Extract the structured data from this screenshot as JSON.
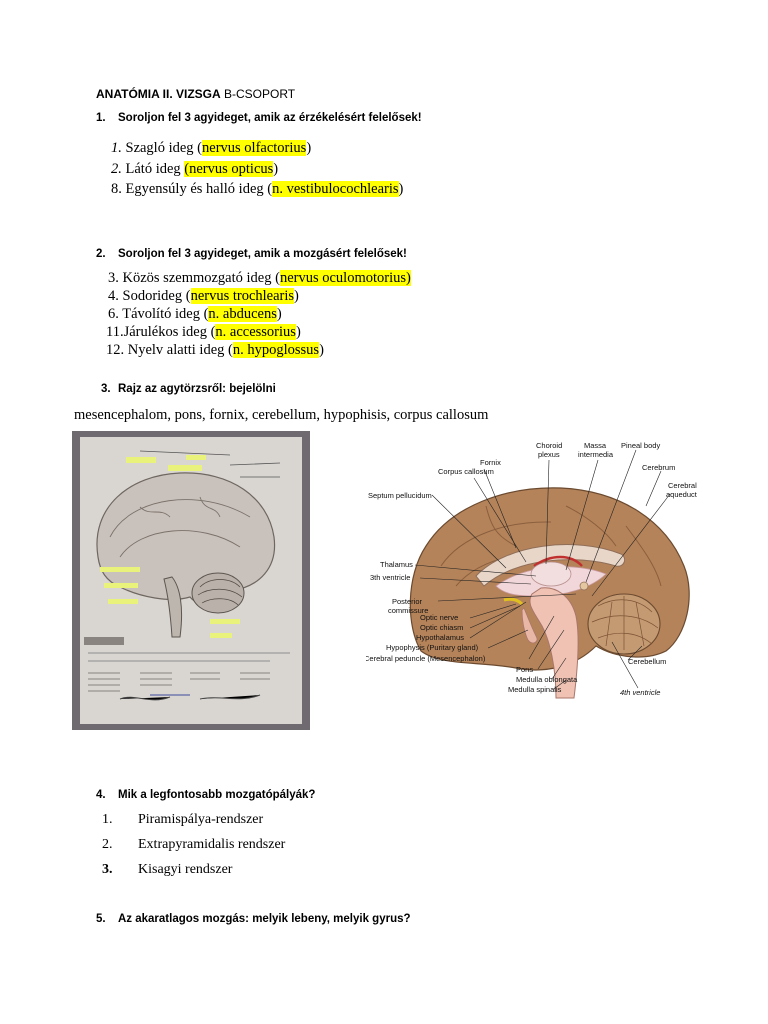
{
  "header": {
    "title_bold": "ANATÓMIA II. VIZSGA",
    "title_rest": " B-CSOPORT"
  },
  "q1": {
    "number": "1.",
    "text": "Soroljon fel 3 agyideget, amik az érzékelésért felelősek!",
    "items": [
      {
        "num": "1.",
        "pre": " Szagló ideg (",
        "hl": "nervus olfactorius",
        "post": ")"
      },
      {
        "num": "2.",
        "pre": " Látó ideg ",
        "hl": "(nervus opticus",
        "post": ")"
      },
      {
        "num": "8.",
        "pre": " Egyensúly és halló ideg (",
        "hl": "n. vestibulocochlearis",
        "post": ")"
      }
    ]
  },
  "q2": {
    "number": "2.",
    "text": "Soroljon fel 3 agyideget, amik a mozgásért felelősek!",
    "items": [
      {
        "num": "3.",
        "pre": "  Közös szemmozgató ideg (",
        "hl": "nervus oculomotorius)",
        "post": ""
      },
      {
        "num": "4.",
        "pre": "  Sodorideg (",
        "hl": "nervus trochlearis",
        "post": ")"
      },
      {
        "num": "6.",
        "pre": "  Távolító ideg (",
        "hl": "n. abducens",
        "post": ")"
      },
      {
        "num": "11.",
        "pre": "Járulékos ideg (",
        "hl": "n. accessorius",
        "post": ")"
      },
      {
        "num": "12.",
        "pre": " Nyelv alatti ideg (",
        "hl": "n. hypoglossus",
        "post": ")"
      }
    ]
  },
  "q3": {
    "number": "3.",
    "text": "Rajz az agytörzsről: bejelölni",
    "subtitle": "mesencephalom, pons, fornix, cerebellum, hypophisis, corpus callosum"
  },
  "diagram": {
    "labels": {
      "choroid_plexus_1": "Choroid",
      "choroid_plexus_2": "plexus",
      "massa_1": "Massa",
      "massa_2": "intermedia",
      "pineal": "Pineal body",
      "fornix": "Fornix",
      "corpus_callosum": "Corpus callosum",
      "cerebrum": "Cerebrum",
      "aqueduct_1": "Cerebral",
      "aqueduct_2": "aqueduct",
      "septum": "Septum pellucidum",
      "thalamus": "Thalamus",
      "third_ventricle": "3th ventricle",
      "posterior_1": "Posterior",
      "posterior_2": "commissure",
      "optic_nerve": "Optic nerve",
      "optic_chiasm": "Optic chiasm",
      "hypothalamus": "Hypothalamus",
      "hypophysis": "Hypophysis (Puritary gland)",
      "peduncle": "Cerebral peduncle (Mesencephalon)",
      "pons": "Pons",
      "medulla_oblongata": "Medulla oblongata",
      "medulla_spinalis": "Medulla spinalis",
      "cerebellum": "Cerebellum",
      "fourth_ventricle": "4th ventricle"
    }
  },
  "q4": {
    "number": "4.",
    "text": "Mik a legfontosabb mozgatópályák?",
    "items": [
      {
        "num": "1.",
        "text": "Piramispálya-rendszer"
      },
      {
        "num": "2.",
        "text": "Extrapyramidalis rendszer"
      },
      {
        "num": "3.",
        "text": "Kisagyi rendszer"
      }
    ]
  },
  "q5": {
    "number": "5.",
    "text": "Az akaratlagos mozgás: melyik lebeny, melyik gyrus?"
  },
  "colors": {
    "highlight": "#ffff00",
    "brain": "#b5835a",
    "cerebellum": "#c49a72"
  }
}
